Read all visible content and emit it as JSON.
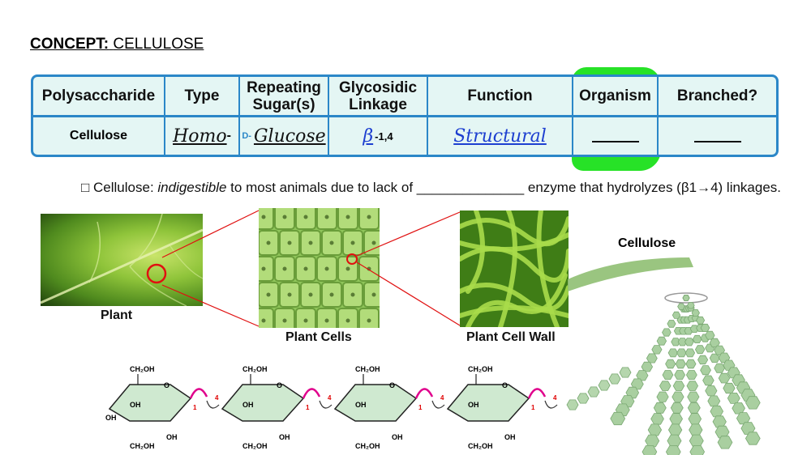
{
  "concept": {
    "label": "CONCEPT:",
    "title": "CELLULOSE"
  },
  "table": {
    "headers": [
      "Polysaccharide",
      "Type",
      "Repeating Sugar(s)",
      "Glycosidic Linkage",
      "Function",
      "Organism",
      "Branched?"
    ],
    "row": {
      "polysaccharide": "Cellulose",
      "type_hand": "Homo",
      "type_suffix": "-",
      "sugar_prefix": "D-",
      "sugar_hand": "Glucose",
      "linkage_hand": "β",
      "linkage_suffix": "-1,4",
      "function_hand": "Structural"
    }
  },
  "sentence": {
    "box": "□",
    "start": "Cellulose: ",
    "emph": "indigestible",
    "middle": " to most animals due to lack of ______________ enzyme that hydrolyzes (β1",
    "arrow": "→",
    "end": "4) linkages."
  },
  "captions": {
    "plant": "Plant",
    "cells": "Plant Cells",
    "wall": "Plant Cell Wall",
    "cellulose": "Cellulose"
  },
  "structure": {
    "ch2oh": "CH₂OH",
    "oh": "OH",
    "o": "O",
    "one": "1",
    "four": "4"
  },
  "colors": {
    "border": "#2b87c8",
    "highlight": "#1be01b",
    "link": "#e0008c",
    "handBlue": "#1d3fd0"
  }
}
